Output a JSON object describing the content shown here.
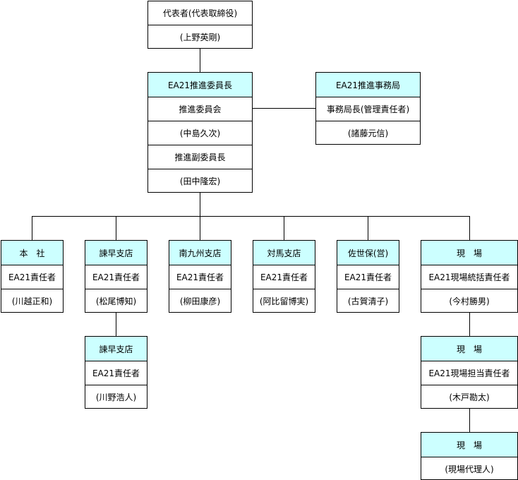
{
  "rep": {
    "title": "代表者(代表取締役)",
    "name": "(上野英剛)"
  },
  "committee": {
    "header": "EA21推進委員長",
    "row1": "推進委員会",
    "row2": "(中島久次)",
    "row3": "推進副委員長",
    "row4": "(田中隆宏)"
  },
  "office": {
    "header": "EA21推進事務局",
    "role": "事務局長(管理責任者)",
    "name": "(諸藤元信)"
  },
  "branches": [
    {
      "header": "本　社",
      "role": "EA21責任者",
      "name": "(川越正和)"
    },
    {
      "header": "諫早支店",
      "role": "EA21責任者",
      "name": "(松尾博知)"
    },
    {
      "header": "南九州支店",
      "role": "EA21責任者",
      "name": "(柳田康彦)"
    },
    {
      "header": "対馬支店",
      "role": "EA21責任者",
      "name": "(阿比留博実)"
    },
    {
      "header": "佐世保(営)",
      "role": "EA21責任者",
      "name": "(古賀清子)"
    },
    {
      "header": "現　場",
      "role": "EA21現場統括責任者",
      "name": "(今村勝男)"
    }
  ],
  "isahaya_sub": {
    "header": "諫早支店",
    "role": "EA21責任者",
    "name": "(川野浩人)"
  },
  "site_sub": {
    "header": "現　場",
    "role": "EA21現場担当責任者",
    "name": "(木戸勘太)"
  },
  "site_sub2": {
    "header": "現　場",
    "name": "(現場代理人)"
  }
}
